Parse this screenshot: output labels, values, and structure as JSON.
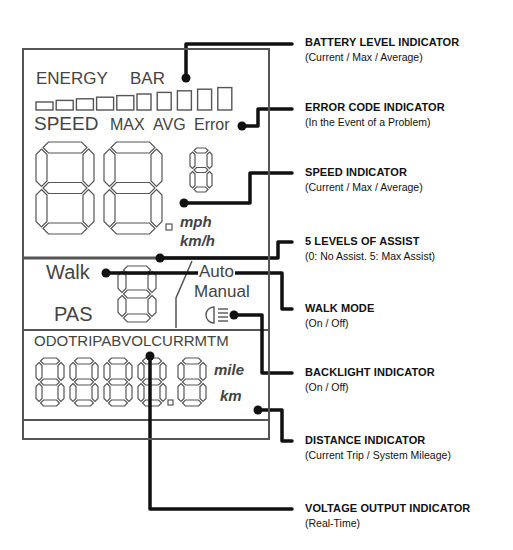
{
  "diagram": {
    "nodes": [
      {
        "text": [
          "ENERGY",
          "BAR",
          "SPEED",
          "MAX",
          "AVG",
          "Error",
          "mph",
          "km/h",
          "Walk",
          "Auto",
          "Manual",
          "PAS",
          "ODOTRIPABVOLCURRMTM",
          "mile",
          "km"
        ]
      }
    ],
    "labels": [
      "BATTERY LEVEL INDICATOR",
      "(Current / Max / Average)",
      "ERROR CODE INDICATOR",
      "(In the Event of a Problem)",
      "SPEED INDICATOR",
      "(Current / Max / Average)",
      "5 LEVELS OF ASSIST",
      "(0: No Assist. 5: Max Assist)",
      "WALK MODE",
      "(On / Off)",
      "BACKLIGHT INDICATOR",
      "(On / Off)",
      "DISTANCE INDICATOR",
      "(Current Trip / System Mileage)",
      "VOLTAGE OUTPUT INDICATOR",
      "(Real-Time)"
    ]
  }
}
